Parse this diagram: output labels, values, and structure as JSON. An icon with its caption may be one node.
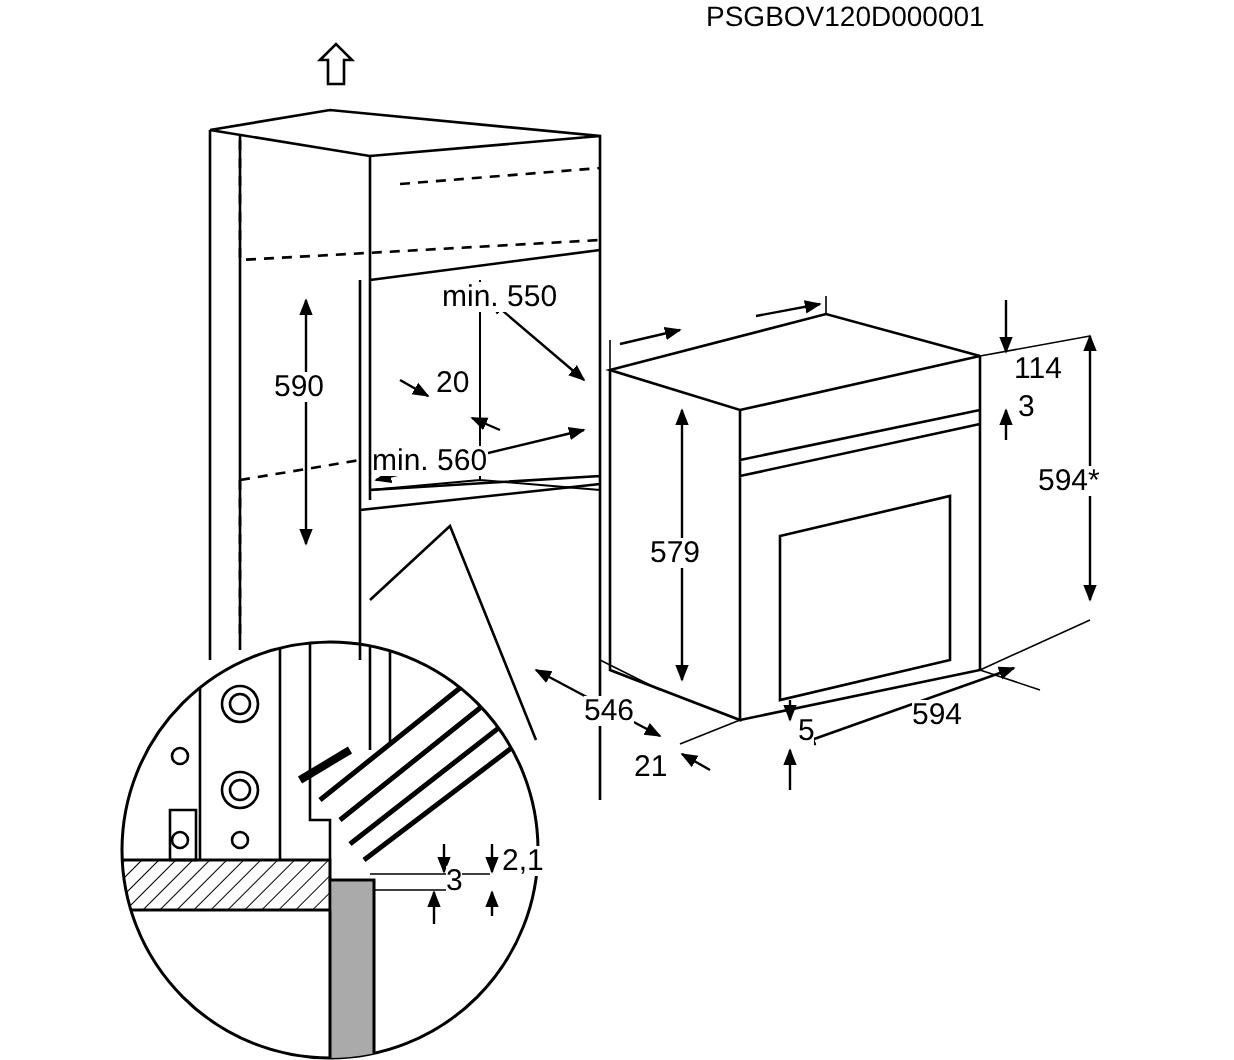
{
  "diagram": {
    "labels": [
      "PSGBOV120D000001",
      "min. 550",
      "590",
      "20",
      "114",
      "3",
      "min. 560",
      "594*",
      "579",
      "546",
      "594",
      "5",
      "21",
      "2,1",
      "3"
    ]
  }
}
